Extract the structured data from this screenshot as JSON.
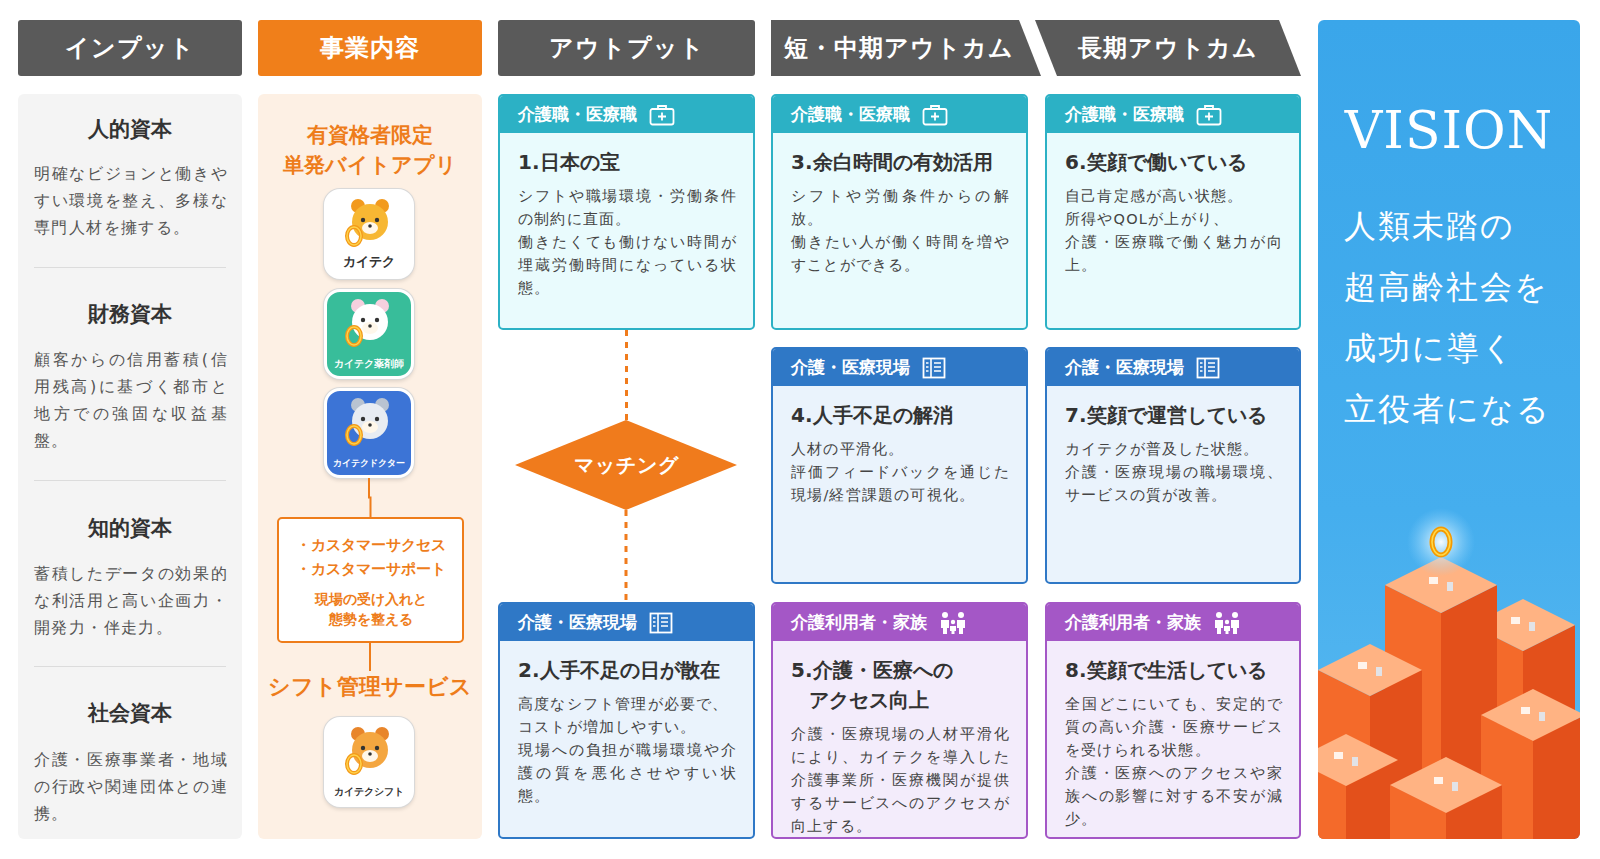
{
  "diagram": {
    "nodes": [
      {
        "text": [
          "インプット"
        ]
      },
      {
        "text": [
          "事業内容"
        ]
      },
      {
        "text": [
          "アウトプット"
        ]
      },
      {
        "text": [
          "短・中期アウトカム"
        ]
      },
      {
        "text": [
          "長期アウトカム"
        ]
      },
      {
        "text": [
          "人的資本",
          "明確なビジョンと働きやすい環境を整え、多様な専門人材を擁する。",
          "財務資本",
          "顧客からの信用蓄積(信用残高)に基づく都市と地方での強固な収益基盤。",
          "知的資本",
          "蓄積したデータの効果的な利活用と高い企画力・開発力・伴走力。",
          "社会資本",
          "介護・医療事業者・地域の行政や関連団体との連携。"
        ]
      },
      {
        "text": [
          "有資格者限定 単発バイトアプリ",
          "シフト管理サービス"
        ]
      },
      {
        "text": [
          "カイテク"
        ],
        "in": 6
      },
      {
        "text": [
          "カイテク薬剤師"
        ],
        "in": 6
      },
      {
        "text": [
          "カイテクドクター"
        ],
        "in": 6
      },
      {
        "text": [
          "・カスタマーサクセス",
          "・カスタマーサポート",
          "現場の受け入れと 態勢を整える"
        ],
        "in": 6
      },
      {
        "text": [
          "カイテクシフト"
        ],
        "in": 6
      },
      {
        "text": [
          "介護職・医療職",
          "1.日本の宝",
          "シフトや職場環境・労働条件の制約に直面。",
          "働きたくても働けない時間が埋蔵労働時間になっている状態。"
        ]
      },
      {
        "text": [
          "マッチング"
        ]
      },
      {
        "text": [
          "介護・医療現場",
          "2.人手不足の日が散在",
          "高度なシフト管理が必要で、",
          "コストが増加しやすい。",
          "現場への負担が職場環境や介護の質を悪化させやすい状態。"
        ]
      },
      {
        "text": [
          "介護職・医療職",
          "3.余白時間の有効活用",
          "シフトや労働条件からの解放。",
          "働きたい人が働く時間を増やすことができる。"
        ]
      },
      {
        "text": [
          "介護・医療現場",
          "4.人手不足の解消",
          "人材の平滑化。",
          "評価フィードバックを通じた現場/経営課題の可視化。"
        ]
      },
      {
        "text": [
          "介護利用者・家族",
          "5.介護・医療への アクセス向上",
          "介護・医療現場の人材平滑化により、カイテクを導入した介護事業所・医療機関が提供するサービスへのアクセスが向上する。"
        ]
      },
      {
        "text": [
          "介護職・医療職",
          "6.笑顔で働いている",
          "自己肯定感が高い状態。",
          "所得やQOLが上がり、",
          "介護・医療職で働く魅力が向上。"
        ]
      },
      {
        "text": [
          "介護・医療現場",
          "7.笑顔で運営している",
          "カイテクが普及した状態。",
          "介護・医療現場の職場環境、サービスの質が改善。"
        ]
      },
      {
        "text": [
          "介護利用者・家族",
          "8.笑顔で生活している",
          "全国どこにいても、安定的で質の高い介護・医療サービスを受けられる状態。",
          "介護・医療へのアクセスや家族への影響に対する不安が減少。"
        ]
      },
      {
        "text": [
          "VISION",
          "人類未踏の 超高齢社会を 成功に導く 立役者になる"
        ]
      }
    ],
    "edges": [
      {
        "from": 9,
        "to": 10,
        "arrow": "none"
      },
      {
        "from": 12,
        "to": 13,
        "arrow": "none"
      },
      {
        "from": 13,
        "to": 14,
        "arrow": "none"
      }
    ]
  }
}
